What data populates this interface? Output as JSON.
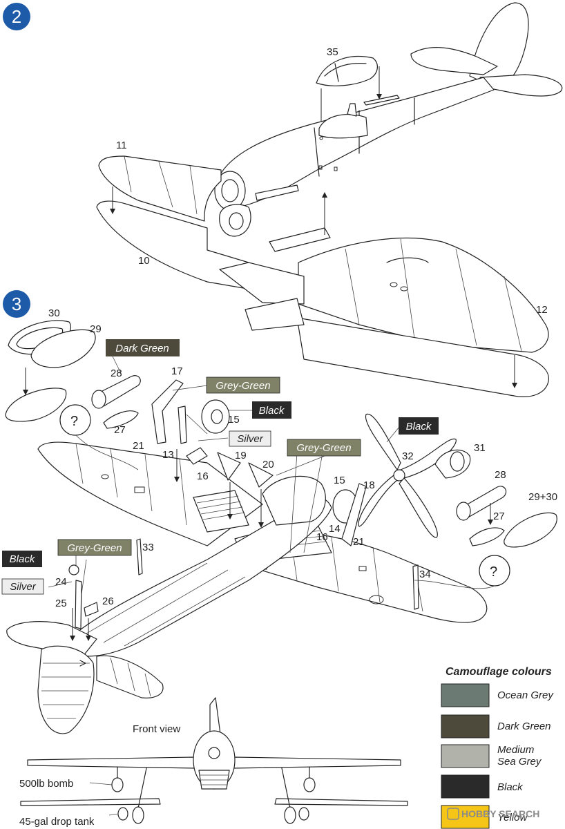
{
  "steps": [
    {
      "number": "2"
    },
    {
      "number": "3"
    }
  ],
  "part_labels": {
    "p35": "35",
    "p11": "11",
    "p10": "10",
    "p12": "12",
    "p30": "30",
    "p29": "29",
    "p28": "28",
    "p27": "27",
    "p17": "17",
    "p15": "15",
    "p21": "21",
    "p13": "13",
    "p16": "16",
    "p19": "19",
    "p20": "20",
    "p32": "32",
    "p31": "31",
    "p28b": "28",
    "p15b": "15",
    "p18": "18",
    "p2930": "29+30",
    "p27b": "27",
    "p14": "14",
    "p16b": "16",
    "p21b": "21",
    "p33": "33",
    "p34": "34",
    "p24": "24",
    "p25": "25",
    "p26": "26",
    "q1": "?",
    "q2": "?"
  },
  "colour_callouts": {
    "dark_green": "Dark Green",
    "grey_green_1": "Grey-Green",
    "black_1": "Black",
    "silver_1": "Silver",
    "black_2": "Black",
    "grey_green_2": "Grey-Green",
    "grey_green_3": "Grey-Green",
    "black_3": "Black",
    "silver_2": "Silver"
  },
  "colours": {
    "ocean_grey": "#6b7a73",
    "dark_green": "#4d4a3c",
    "medium_sea_grey": "#b1b3aa",
    "black": "#2a2a2a",
    "yellow": "#f5c518",
    "grey_green": "#7f8266",
    "silver": "#eeeeee",
    "step_badge": "#1d5aa8"
  },
  "legend": {
    "title": "Camouflage colours",
    "items": [
      {
        "label": "Ocean Grey"
      },
      {
        "label": "Dark Green"
      },
      {
        "label_line1": "Medium",
        "label_line2": "Sea Grey"
      },
      {
        "label": "Black"
      },
      {
        "label": "Yellow"
      }
    ]
  },
  "views": {
    "front_view": "Front view",
    "bomb": "500lb bomb",
    "drop_tank": "45-gal drop tank"
  },
  "watermark": "HOBBY SEARCH"
}
